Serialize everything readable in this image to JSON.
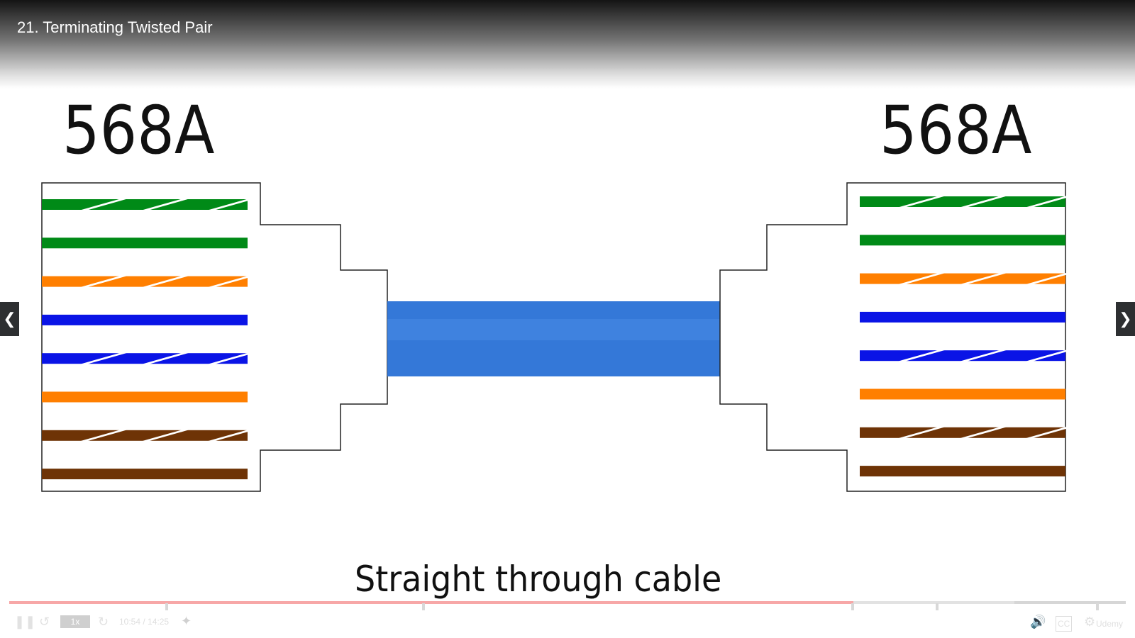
{
  "video_title": "21. Terminating Twisted Pair",
  "left_standard": "568A",
  "right_standard": "568A",
  "caption": "Straight through cable",
  "wire_colors": {
    "green": "#008a17",
    "orange": "#ff7f00",
    "blue": "#0a14e6",
    "brown": "#6e3306"
  },
  "wire_order": [
    {
      "color": "green",
      "striped": true
    },
    {
      "color": "green",
      "striped": false
    },
    {
      "color": "orange",
      "striped": true
    },
    {
      "color": "blue",
      "striped": false
    },
    {
      "color": "blue",
      "striped": true
    },
    {
      "color": "orange",
      "striped": false
    },
    {
      "color": "brown",
      "striped": true
    },
    {
      "color": "brown",
      "striped": false
    }
  ],
  "cable_color": "#3478d8",
  "nav": {
    "prev_icon": "chevron-left-icon",
    "next_icon": "chevron-right-icon"
  },
  "player": {
    "playback_speed": "1x",
    "current_time": "10:54",
    "duration": "14:25",
    "time_display": "10:54 / 14:25",
    "progress_fraction": 0.756,
    "buffered_fraction": 0.9,
    "chapter_fractions": [
      0.14,
      0.37,
      0.754,
      0.83,
      0.973
    ],
    "icons": [
      "pause-icon",
      "rewind-icon",
      "forward-icon",
      "bookmark-icon",
      "volume-icon",
      "captions-icon",
      "settings-icon"
    ],
    "brand": "Udemy",
    "progress_color": "#f7a7a7"
  }
}
